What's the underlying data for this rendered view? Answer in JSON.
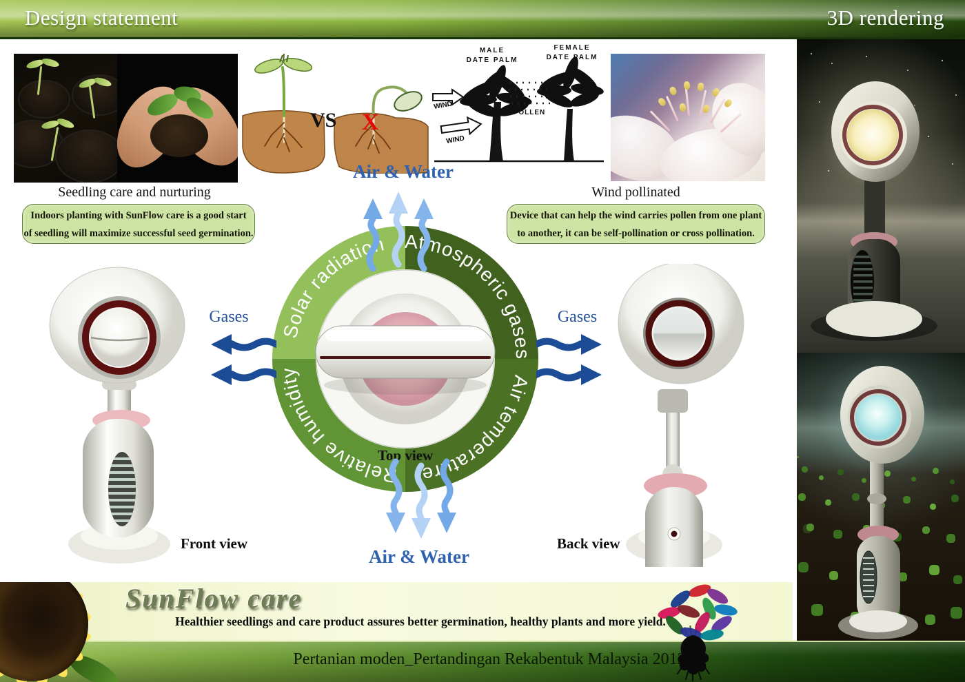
{
  "header": {
    "left_title": "Design statement",
    "right_title": "3D rendering"
  },
  "seedling_section": {
    "caption": "Seedling care and nurturing",
    "note_line1": "Indoors planting with SunFlow care is a good start",
    "note_line2": "of seedling will maximize successful seed germination."
  },
  "pollination_section": {
    "caption": "Wind pollinated",
    "note_line1": "Device that can help the wind carries pollen from one plant",
    "note_line2": "to another, it can be self-pollination or cross pollination."
  },
  "germination_sketch": {
    "vs_label": "VS",
    "fail_mark": "X"
  },
  "palm_sketch": {
    "male_line1": "MALE",
    "male_line2": "DATE PALM",
    "female_line1": "FEMALE",
    "female_line2": "DATE PALM",
    "wind_label_top": "WIND",
    "wind_label_bottom": "WIND",
    "pollen_label": "POLLEN"
  },
  "cycle_diagram": {
    "center_label": "Top view",
    "quadrants": [
      {
        "label": "Solar radiation",
        "color": "#94c05c"
      },
      {
        "label": "Atmospheric gases",
        "color": "#41621f"
      },
      {
        "label": "Relative humidity",
        "color": "#609434"
      },
      {
        "label": "Air temperature",
        "color": "#4b7124"
      }
    ],
    "flows": {
      "top_label": "Air & Water",
      "bottom_label": "Air & Water",
      "left_label": "Gases",
      "right_label": "Gases"
    },
    "colors": {
      "air_water_text": "#2f62ae",
      "gases_text": "#24529e",
      "dark_arrow": "#1d4c97",
      "light_arrow": "#7fb0ea",
      "lighter_arrow": "#b3d2f4"
    }
  },
  "product_views": {
    "front_label": "Front view",
    "back_label": "Back view"
  },
  "footer": {
    "brand": "SunFlow care",
    "tagline": "Healthier seedlings and care product assures better germination, healthy plants and more yield.",
    "competition_line": "Pertanian moden_Pertandingan Rekabentuk Malaysia 2012"
  }
}
